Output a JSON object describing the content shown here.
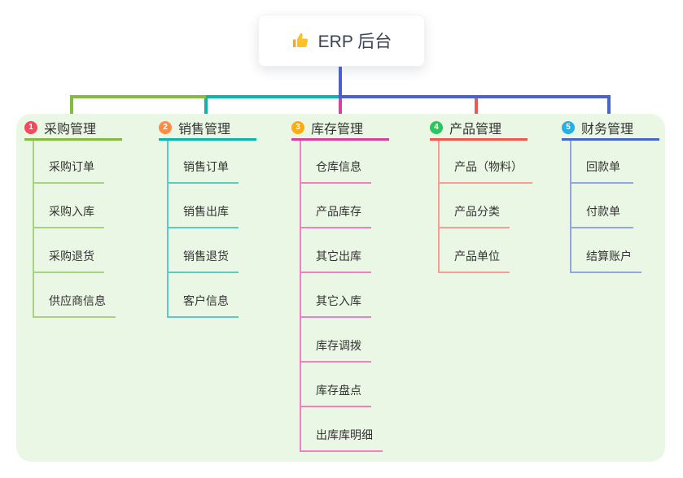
{
  "root": {
    "label": "ERP 后台",
    "icon": "thumbs-up-icon"
  },
  "colors": {
    "canvas_background": "#ffffff",
    "panel_background": "#ebf7e5",
    "connector": "#4a5fd4",
    "text": "#333333"
  },
  "branches": [
    {
      "num": "1",
      "title": "采购管理",
      "color": "#85bb40",
      "light_color": "#a6d37f",
      "badge_color": "#f54a5e",
      "children": [
        "采购订单",
        "采购入库",
        "采购退货",
        "供应商信息"
      ]
    },
    {
      "num": "2",
      "title": "销售管理",
      "color": "#0ab5ad",
      "light_color": "#5ecac2",
      "badge_color": "#ff8b44",
      "children": [
        "销售订单",
        "销售出库",
        "销售退货",
        "客户信息"
      ]
    },
    {
      "num": "3",
      "title": "库存管理",
      "color": "#db3f9e",
      "light_color": "#f080c2",
      "badge_color": "#ffab10",
      "children": [
        "仓库信息",
        "产品库存",
        "其它出库",
        "其它入库",
        "库存调拨",
        "库存盘点",
        "出库库明细"
      ]
    },
    {
      "num": "4",
      "title": "产品管理",
      "color": "#f2564e",
      "light_color": "#f79d96",
      "badge_color": "#2ec462",
      "children": [
        "产品（物料）",
        "产品分类",
        "产品单位"
      ]
    },
    {
      "num": "5",
      "title": "财务管理",
      "color": "#4667c9",
      "light_color": "#92a7dd",
      "badge_color": "#27aee4",
      "children": [
        "回款单",
        "付款单",
        "结算账户"
      ]
    }
  ]
}
